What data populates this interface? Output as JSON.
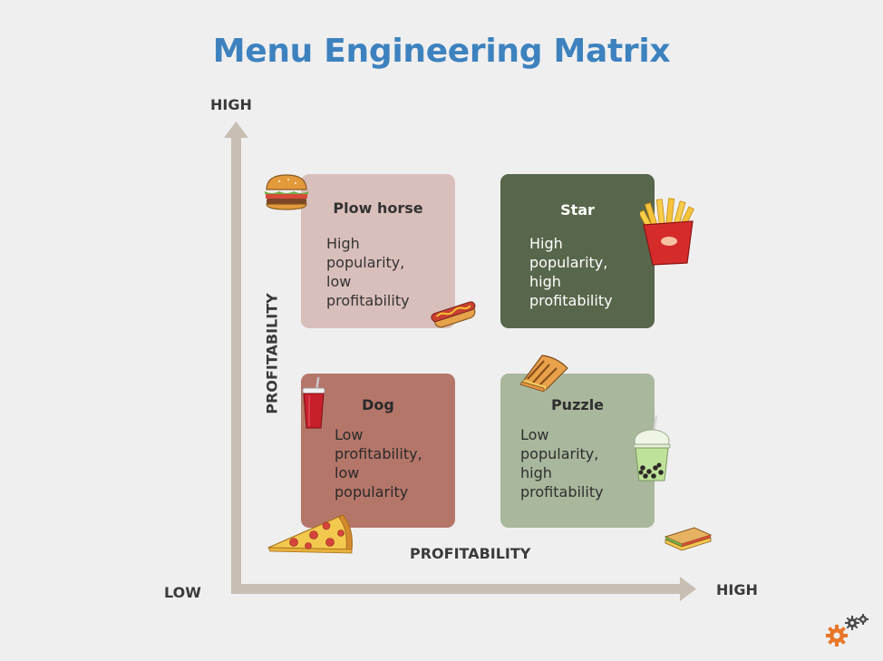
{
  "title": "Menu Engineering Matrix",
  "axes": {
    "y_high": "HIGH",
    "x_low": "LOW",
    "x_high": "HIGH",
    "x_label": "PROFITABILITY",
    "y_label": "PROFITABILITY"
  },
  "quadrants": {
    "plow_horse": {
      "title": "Plow horse",
      "desc": [
        "High",
        "popularity,",
        "low",
        "profitability"
      ]
    },
    "star": {
      "title": "Star",
      "desc": [
        "High",
        "popularity,",
        "high",
        "profitability"
      ]
    },
    "dog": {
      "title": "Dog",
      "desc": [
        "Low",
        "profitability,",
        "low",
        "popularity"
      ]
    },
    "puzzle": {
      "title": "Puzzle",
      "desc": [
        "Low",
        "popularity,",
        "high",
        "profitability"
      ]
    }
  },
  "colors": {
    "title": "#3d82bf",
    "axis": "#c8beb4",
    "plow_horse": "#d9bfbb",
    "star": "#58664b",
    "dog": "#b5766a",
    "puzzle": "#a9b79c"
  },
  "icons": [
    "burger-icon",
    "hotdog-icon",
    "fries-icon",
    "soda-cup-icon",
    "grilled-sandwich-icon",
    "bubble-tea-icon",
    "pizza-slice-icon",
    "sandwich-icon",
    "gears-logo-icon"
  ]
}
